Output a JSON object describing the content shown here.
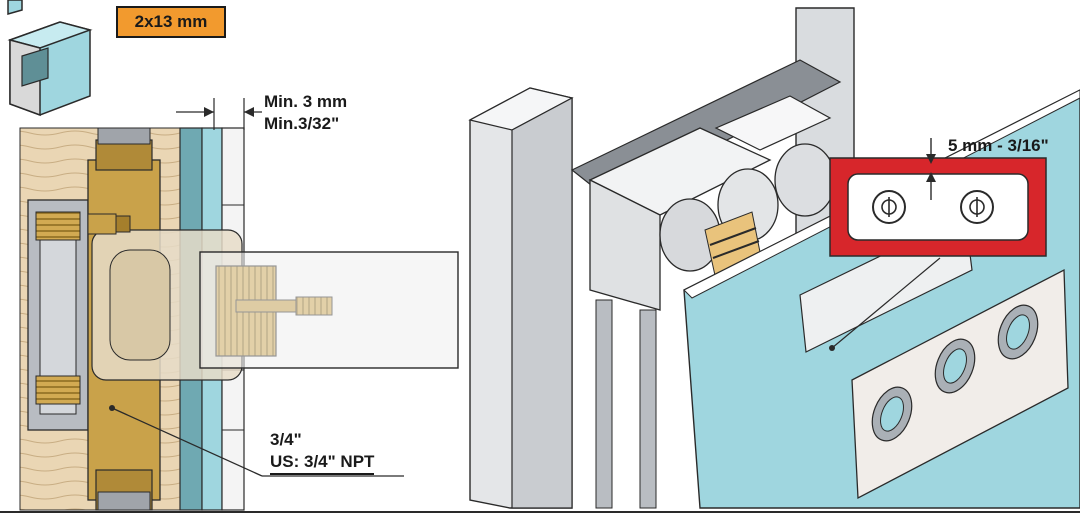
{
  "labels": {
    "board_thickness": "2x13 mm",
    "min_gap_mm": "Min. 3 mm",
    "min_gap_in": "Min.3/32\"",
    "thread_size": "3/4\"",
    "thread_us": "US: 3/4\" NPT",
    "gap_to_board": "5 mm - 3/16\""
  },
  "colors": {
    "badge_orange": "#f29a2e",
    "callout_red": "#d7262b",
    "board_teal": "#9fd6df",
    "wood": "#e9d5b3",
    "brass": "#c9a24a"
  }
}
